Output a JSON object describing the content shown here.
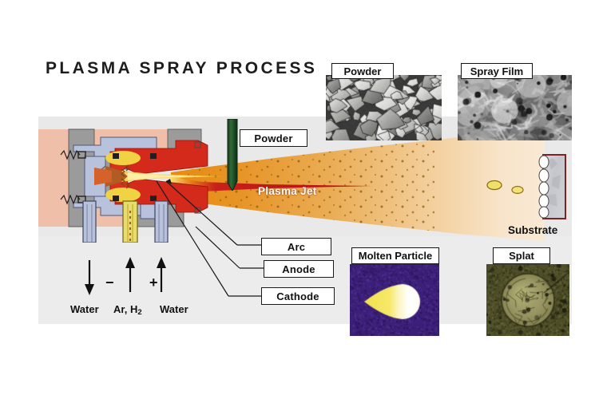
{
  "page": {
    "title": "PLASMA SPRAY PROCESS",
    "background": "#ffffff",
    "panel_color": "#e9e9e9"
  },
  "diagram": {
    "jet_label": "Plasma Jet",
    "substrate_label": "Substrate",
    "powder_injector_color": "#1d4726",
    "plume_colors": {
      "core": "#c0171c",
      "inner": "#e8941f",
      "mid": "#e8a84a",
      "outer": "#f6e3c6"
    }
  },
  "callouts": [
    {
      "id": "powder",
      "label": "Powder"
    },
    {
      "id": "arc",
      "label": "Arc"
    },
    {
      "id": "anode",
      "label": "Anode"
    },
    {
      "id": "cathode",
      "label": "Cathode"
    }
  ],
  "micrographs": [
    {
      "id": "powder",
      "caption": "Powder",
      "kind": "sem-grayscale"
    },
    {
      "id": "film",
      "caption": "Spray Film",
      "kind": "sem-grayscale"
    },
    {
      "id": "molten",
      "caption": "Molten Particle",
      "kind": "purple-droplet"
    },
    {
      "id": "splat",
      "caption": "Splat",
      "kind": "olive-splat"
    }
  ],
  "feeds": [
    {
      "id": "water-left",
      "label": "Water",
      "sign": "−",
      "direction": "down"
    },
    {
      "id": "gas",
      "label": "Ar, H",
      "subscript": "2",
      "sign": "",
      "direction": "up"
    },
    {
      "id": "water-right",
      "label": "Water",
      "sign": "+",
      "direction": "up"
    }
  ],
  "torch_parts": {
    "body_gray": "#9b9b9b",
    "insulator_peach": "#efc0ab",
    "electrode_blue": "#b9c3dd",
    "anode_red": "#d42a1c",
    "cathode_orange": "#d4622a",
    "gas_yellow": "#e8d44a"
  }
}
